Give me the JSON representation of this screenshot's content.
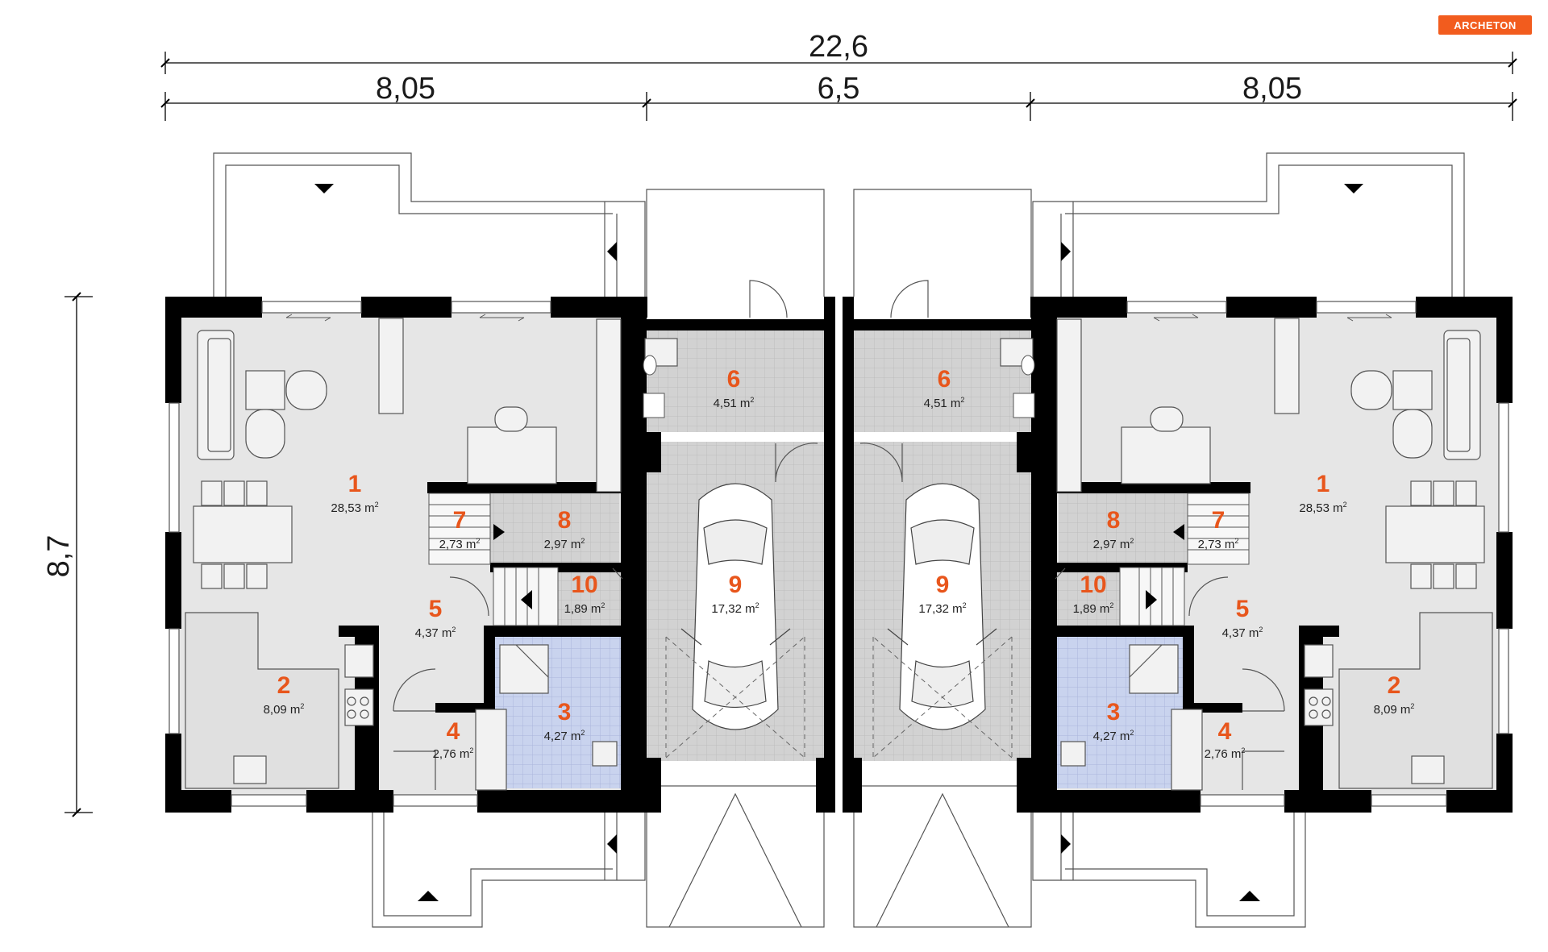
{
  "logo": {
    "text": "ARCHETON",
    "color": "#f25c1e"
  },
  "dimensions": {
    "total_width": "22,6",
    "left_width": "8,05",
    "middle_width": "6,5",
    "right_width": "8,05",
    "depth": "8,7"
  },
  "colors": {
    "room_number": "#e8561c",
    "wall": "#000000",
    "floor_living": "#e5e5e5",
    "floor_tiled": "#d2d2d2",
    "floor_bathroom": "#c9d3ee"
  },
  "rooms": [
    {
      "num": "1",
      "area": "28,53 m",
      "unit_sup": "2"
    },
    {
      "num": "2",
      "area": "8,09 m",
      "unit_sup": "2"
    },
    {
      "num": "3",
      "area": "4,27 m",
      "unit_sup": "2"
    },
    {
      "num": "4",
      "area": "2,76 m",
      "unit_sup": "2"
    },
    {
      "num": "5",
      "area": "4,37 m",
      "unit_sup": "2"
    },
    {
      "num": "6",
      "area": "4,51 m",
      "unit_sup": "2"
    },
    {
      "num": "7",
      "area": "2,73 m",
      "unit_sup": "2"
    },
    {
      "num": "8",
      "area": "2,97 m",
      "unit_sup": "2"
    },
    {
      "num": "9",
      "area": "17,32 m",
      "unit_sup": "2"
    },
    {
      "num": "10",
      "area": "1,89 m",
      "unit_sup": "2"
    }
  ]
}
